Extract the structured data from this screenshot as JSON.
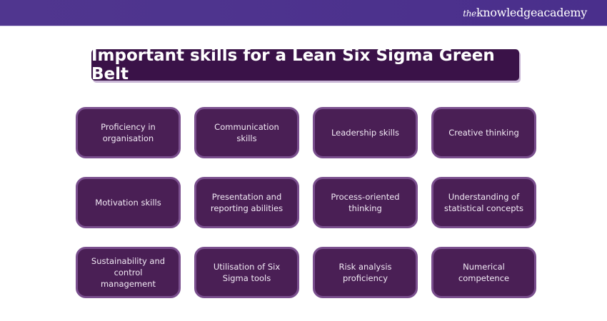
{
  "header": {
    "logo_prefix": "the",
    "logo_main": "knowledgeacademy"
  },
  "title": "Important skills for a Lean Six Sigma Green Belt",
  "skills": [
    "Proficiency in organisation",
    "Communication skills",
    "Leadership skills",
    "Creative thinking",
    "Motivation skills",
    "Presentation and reporting abilities",
    "Process-oriented thinking",
    "Understanding of statistical concepts",
    "Sustainability and control management",
    "Utilisation of Six Sigma tools",
    "Risk analysis proficiency",
    "Numerical competence"
  ]
}
